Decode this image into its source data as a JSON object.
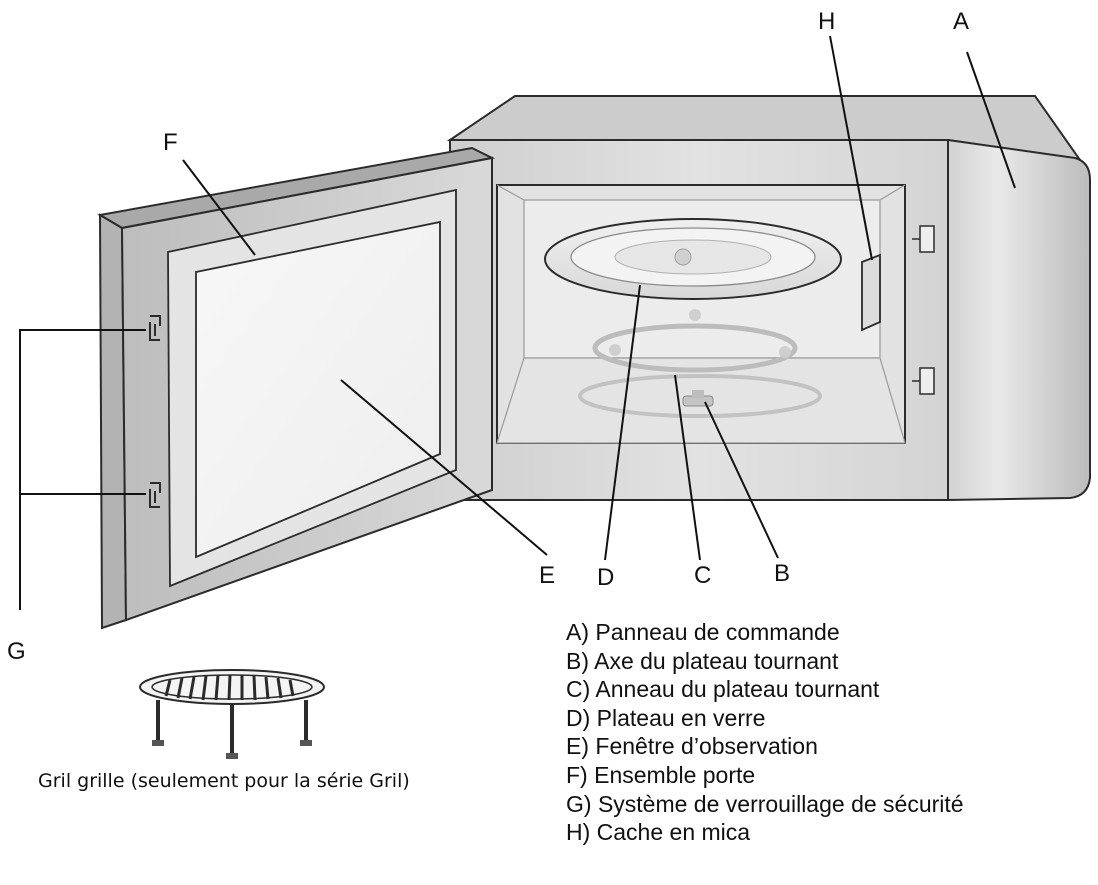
{
  "callouts": {
    "a": "A",
    "b": "B",
    "c": "C",
    "d": "D",
    "e": "E",
    "f": "F",
    "g": "G",
    "h": "H"
  },
  "legend": [
    "A) Panneau de commande",
    "B) Axe du plateau tournant",
    "C)  Anneau du plateau tournant",
    "D)  Plateau en verre",
    "E) Fenêtre d’observation",
    "F) Ensemble porte",
    "G) Système de verrouillage de sécurité",
    "H) Cache en mica"
  ],
  "grill_caption": "Gril grille (seulement pour la série Gril)",
  "colors": {
    "body_fill": "#dcdcdc",
    "body_top": "#d0d0d0",
    "body_side": "#c4c4c4",
    "cavity": "#ebebeb",
    "outline": "#2b2b2b",
    "text": "#111111"
  }
}
